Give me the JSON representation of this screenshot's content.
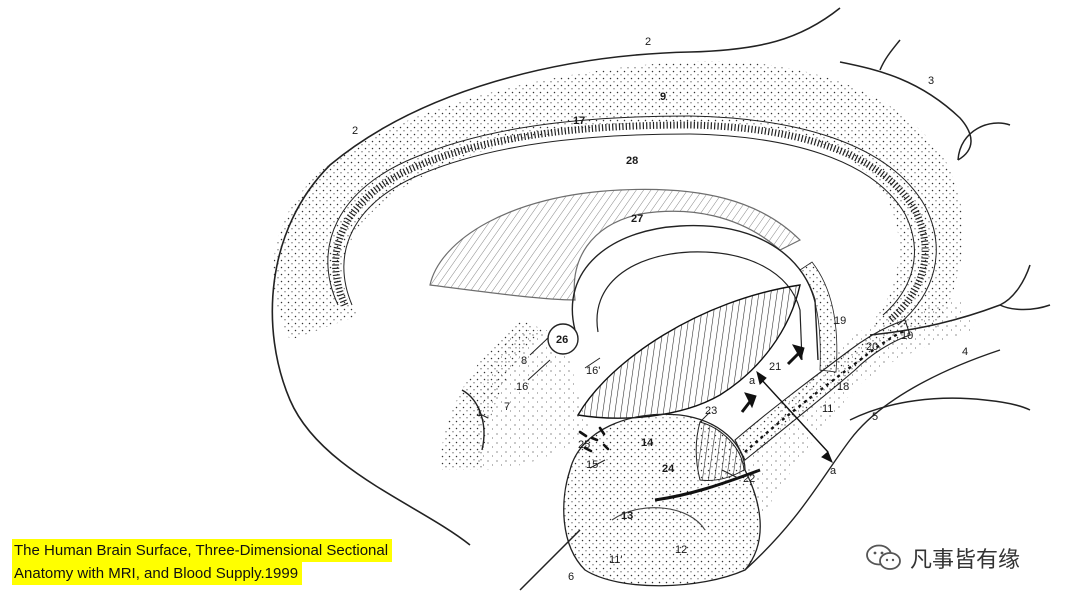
{
  "caption": {
    "line1": "The Human Brain Surface, Three-Dimensional Sectional",
    "line2": "Anatomy with MRI, and Blood Supply.1999",
    "highlight_color": "#ffff00"
  },
  "watermark": {
    "icon": "wechat-icon",
    "text": "凡事皆有缘"
  },
  "labels": {
    "l1": "1",
    "l2a": "2",
    "l2b": "2",
    "l3": "3",
    "l4": "4",
    "l5": "5",
    "l6": "6",
    "l7": "7",
    "l8": "8",
    "l9": "9",
    "l10": "10",
    "l11": "11",
    "l11p": "11'",
    "l12": "12",
    "l13": "13",
    "l14": "14",
    "l15": "15",
    "l16": "16",
    "l16p": "16'",
    "l17": "17",
    "l18": "18",
    "l19": "19",
    "l20": "20",
    "l21": "21",
    "l22": "22",
    "l23": "23",
    "l24": "24",
    "l25": "25",
    "l26": "26",
    "l27": "27",
    "l28": "28",
    "la1": "a",
    "la2": "a"
  }
}
